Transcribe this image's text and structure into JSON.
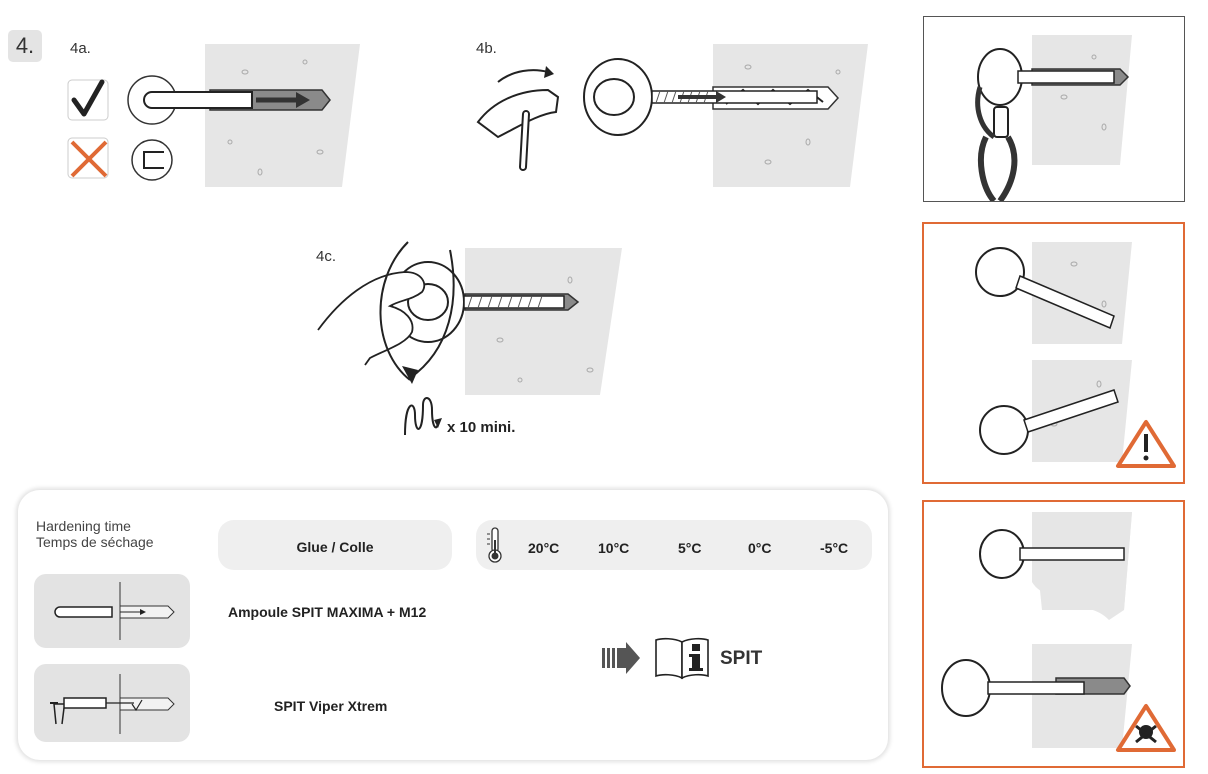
{
  "step": {
    "number": "4."
  },
  "substeps": {
    "a": "4a.",
    "b": "4b.",
    "c": "4c."
  },
  "rotation": {
    "label": "x 10 mini."
  },
  "hardening": {
    "title_en": "Hardening time",
    "title_fr": "Temps de séchage",
    "glue_header": "Glue / Colle",
    "temperatures": [
      "20°C",
      "10°C",
      "5°C",
      "0°C",
      "-5°C"
    ],
    "products": [
      "Ampoule SPIT MAXIMA + M12",
      "SPIT Viper Xtrem"
    ],
    "info_brand": "SPIT"
  },
  "icons": {
    "check": "check-icon",
    "cross": "cross-icon",
    "thermometer": "thermometer-icon",
    "arrow": "arrow-right-icon",
    "book": "info-book-icon",
    "warning": "warning-icon",
    "danger": "skull-warning-icon"
  },
  "colors": {
    "accent": "#e06a35",
    "panel": "#efefef",
    "rock": "#e6e6e6"
  }
}
